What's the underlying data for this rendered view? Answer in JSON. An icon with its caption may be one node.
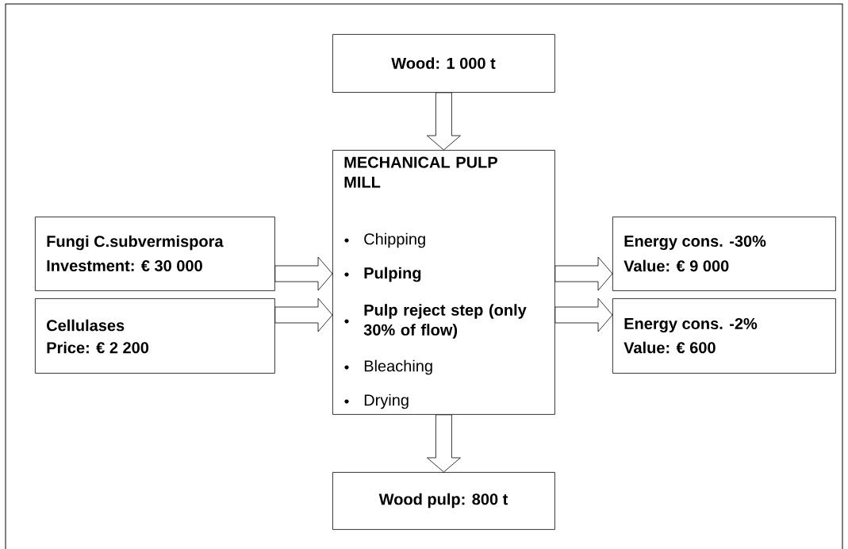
{
  "diagram": {
    "nodes": [
      {
        "text": [
          "Wood: 1 000 t"
        ]
      },
      {
        "text": [
          "MECHANICAL PULP MILL",
          "Chipping",
          "Pulping",
          "Pulp reject step (only 30% of flow)",
          "Bleaching",
          "Drying"
        ]
      },
      {
        "text": [
          "Fungi C.subvermispora",
          "Investment: € 30 000"
        ]
      },
      {
        "text": [
          "Cellulases",
          "Price: € 2 200"
        ]
      },
      {
        "text": [
          "Energy cons. -30%",
          "Value: € 9 000"
        ]
      },
      {
        "text": [
          "Energy cons. -2%",
          "Value: € 600"
        ]
      },
      {
        "text": [
          "Wood pulp: 800 t"
        ]
      }
    ],
    "edges": [
      {
        "from": 0,
        "to": 1,
        "arrow": "to"
      },
      {
        "from": 2,
        "to": 1,
        "arrow": "to"
      },
      {
        "from": 3,
        "to": 1,
        "arrow": "to"
      },
      {
        "from": 1,
        "to": 4,
        "arrow": "to"
      },
      {
        "from": 1,
        "to": 5,
        "arrow": "to"
      },
      {
        "from": 1,
        "to": 6,
        "arrow": "to"
      }
    ]
  }
}
